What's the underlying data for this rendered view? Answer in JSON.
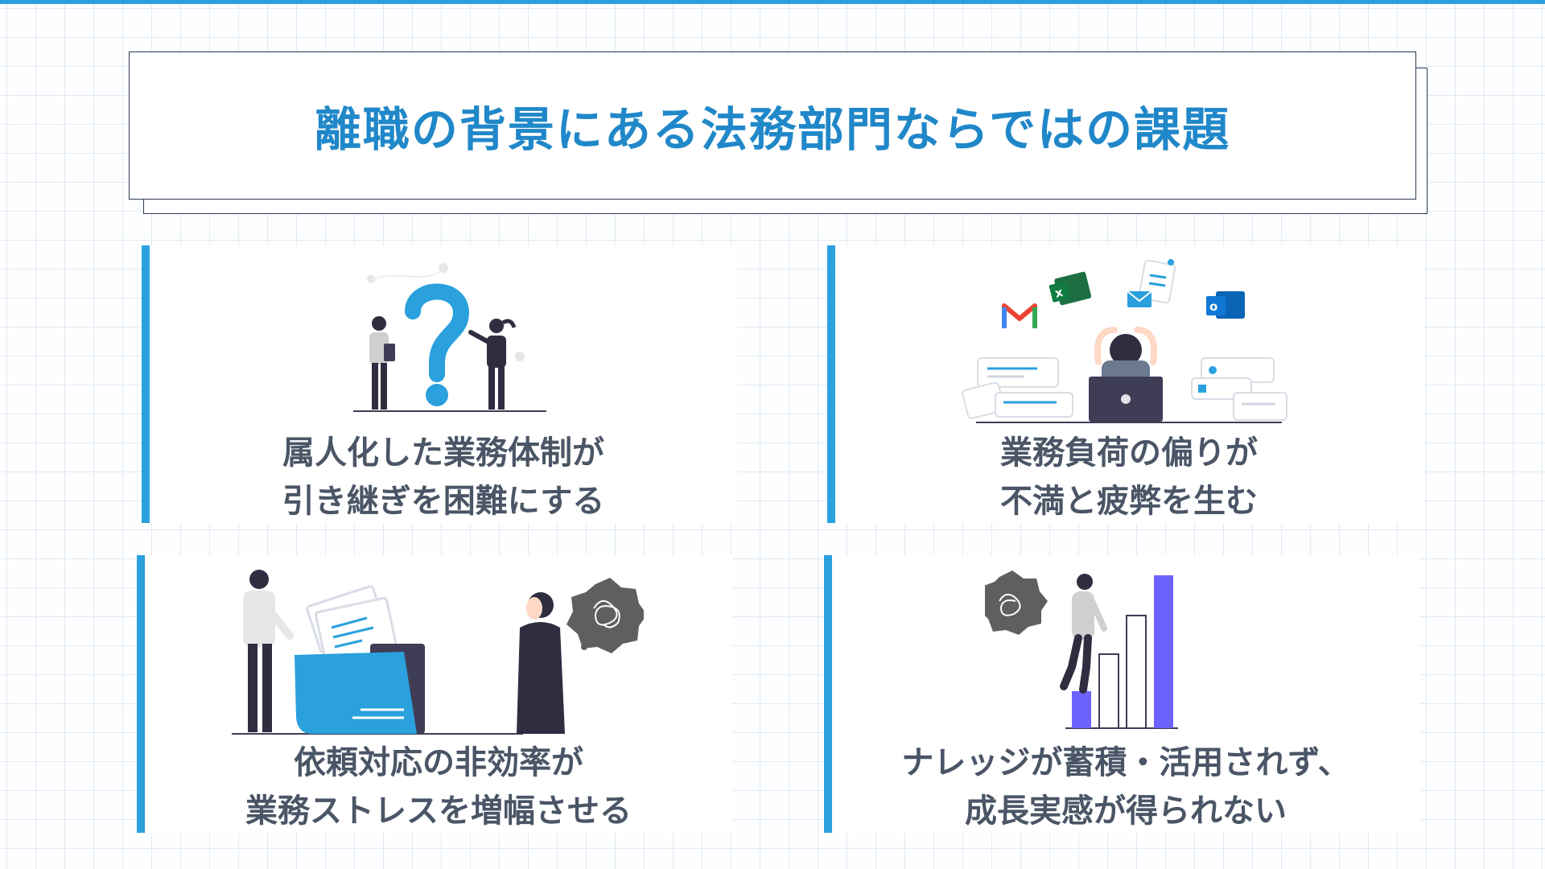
{
  "slide": {
    "title": "離職の背景にある法務部門ならではの課題",
    "accent_color": "#2aa0dd",
    "title_color": "#2088c9",
    "text_color": "#4a5566"
  },
  "cards": [
    {
      "illustration": "question-mark-people-illustration",
      "lines": [
        "属人化した業務体制が",
        "引き継ぎを困難にする"
      ]
    },
    {
      "illustration": "overwhelmed-person-laptop-illustration",
      "icons": [
        "gmail-icon",
        "excel-icon",
        "email-icon",
        "outlook-icon"
      ],
      "lines": [
        "業務負荷の偏りが",
        "不満と疲弊を生む"
      ]
    },
    {
      "illustration": "folder-requests-stress-illustration",
      "lines": [
        "依頼対応の非効率が",
        "業務ストレスを増幅させる"
      ]
    },
    {
      "illustration": "bar-chart-growth-illustration",
      "lines": [
        "ナレッジが蓄積・活用されず、",
        "成長実感が得られない"
      ]
    }
  ]
}
